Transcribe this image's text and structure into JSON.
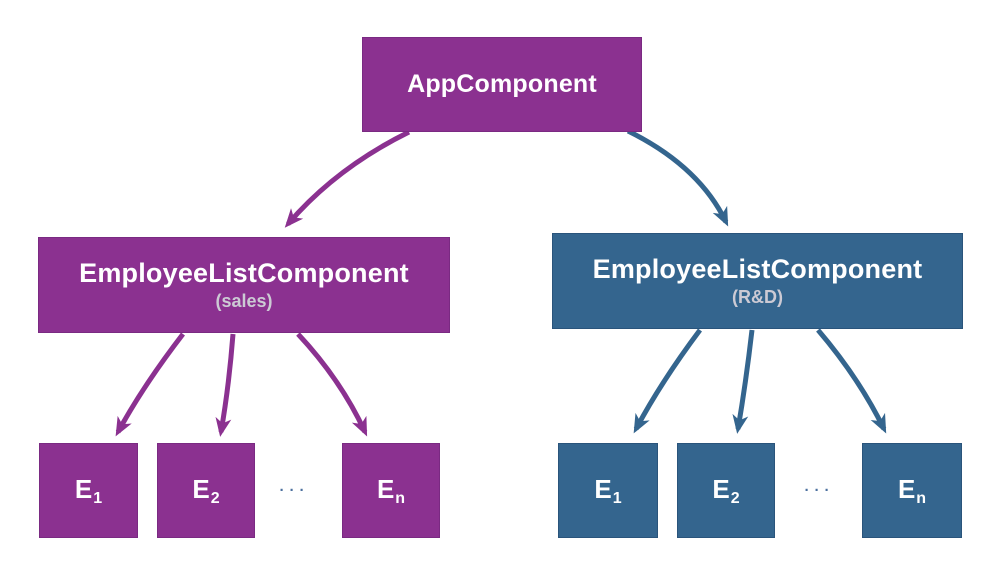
{
  "colors": {
    "purple": "#8B3190",
    "purple_border": "#7A2A82",
    "blue": "#34658E",
    "blue_border": "#2A547B",
    "ellipsis": "#4A6F9E",
    "subtitle": "#CCCAD4"
  },
  "root": {
    "label": "AppComponent"
  },
  "groups": [
    {
      "name": "sales",
      "title": "EmployeeListComponent",
      "subtitle": "(sales)",
      "ellipsis": "···",
      "leaves": [
        {
          "base": "E",
          "sub": "1"
        },
        {
          "base": "E",
          "sub": "2"
        },
        {
          "base": "E",
          "sub": "n"
        }
      ]
    },
    {
      "name": "rnd",
      "title": "EmployeeListComponent",
      "subtitle": "(R&D)",
      "ellipsis": "···",
      "leaves": [
        {
          "base": "E",
          "sub": "1"
        },
        {
          "base": "E",
          "sub": "2"
        },
        {
          "base": "E",
          "sub": "n"
        }
      ]
    }
  ]
}
